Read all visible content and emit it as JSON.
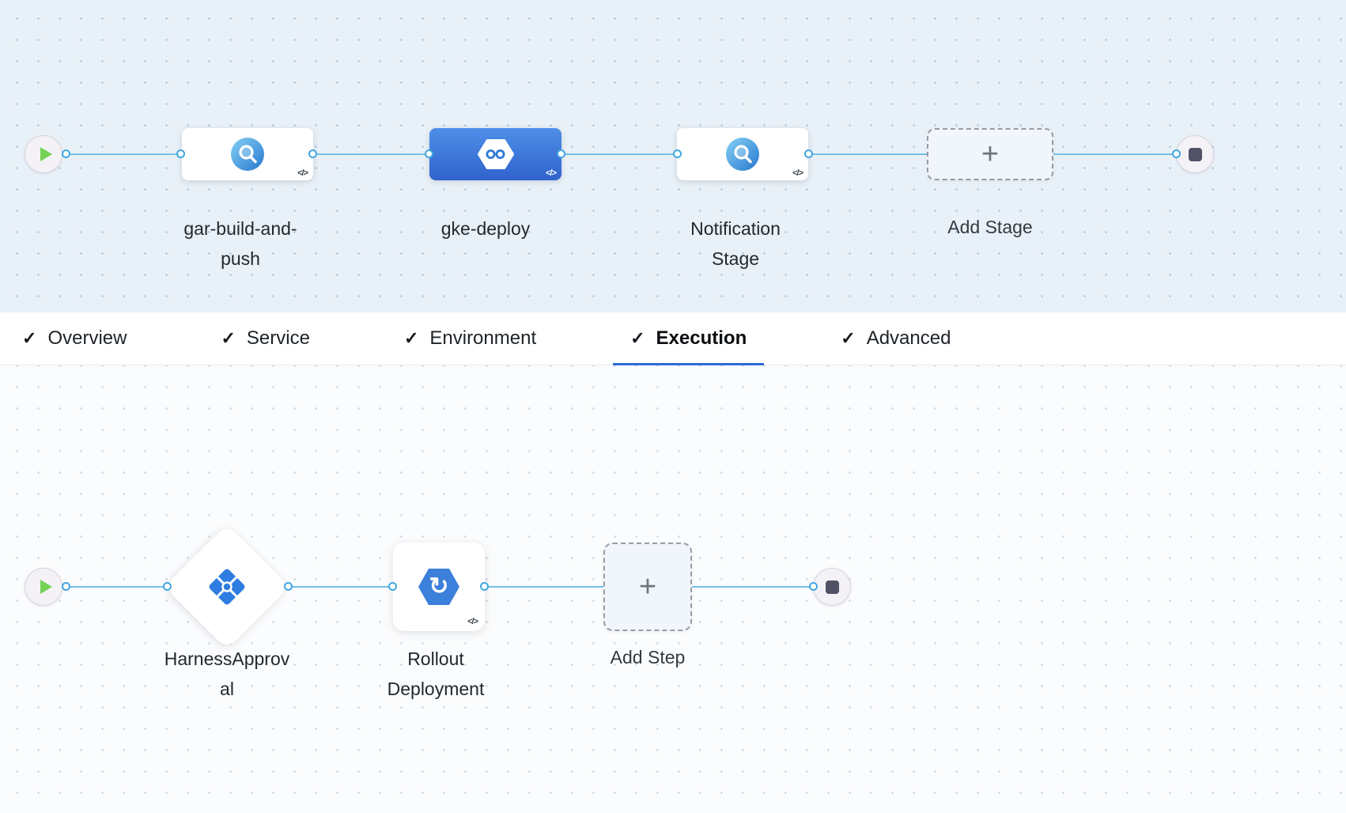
{
  "icons": {
    "plus": "+",
    "check": "✓",
    "code_badge": "</>",
    "refresh_arrow": "↻"
  },
  "colors": {
    "accent_blue": "#2b6cd4",
    "flow_line_blue": "#74c0e8",
    "selected_stage_blue": "#3f7be0",
    "play_green": "#74d254",
    "stop_slate": "#515266"
  },
  "stage_pipeline": {
    "stages": [
      {
        "label": "gar-build-and-\npush",
        "icon": "build-stage-icon",
        "selected": false
      },
      {
        "label": "gke-deploy",
        "icon": "deploy-hexagon-infinity-icon",
        "selected": true
      },
      {
        "label": "Notification\nStage",
        "icon": "custom-stage-icon",
        "selected": false
      }
    ],
    "add_stage_label": "Add Stage"
  },
  "tabs": {
    "active": "Execution",
    "items": [
      {
        "label": "Overview",
        "checked": true
      },
      {
        "label": "Service",
        "checked": true
      },
      {
        "label": "Environment",
        "checked": true
      },
      {
        "label": "Execution",
        "checked": true
      },
      {
        "label": "Advanced",
        "checked": true
      }
    ]
  },
  "execution_steps": {
    "steps": [
      {
        "label": "HarnessApprov\nal",
        "icon": "harness-approval-icon",
        "shape": "diamond"
      },
      {
        "label": "Rollout\nDeployment",
        "icon": "rollout-deployment-icon",
        "shape": "card"
      }
    ],
    "add_step_label": "Add Step"
  }
}
